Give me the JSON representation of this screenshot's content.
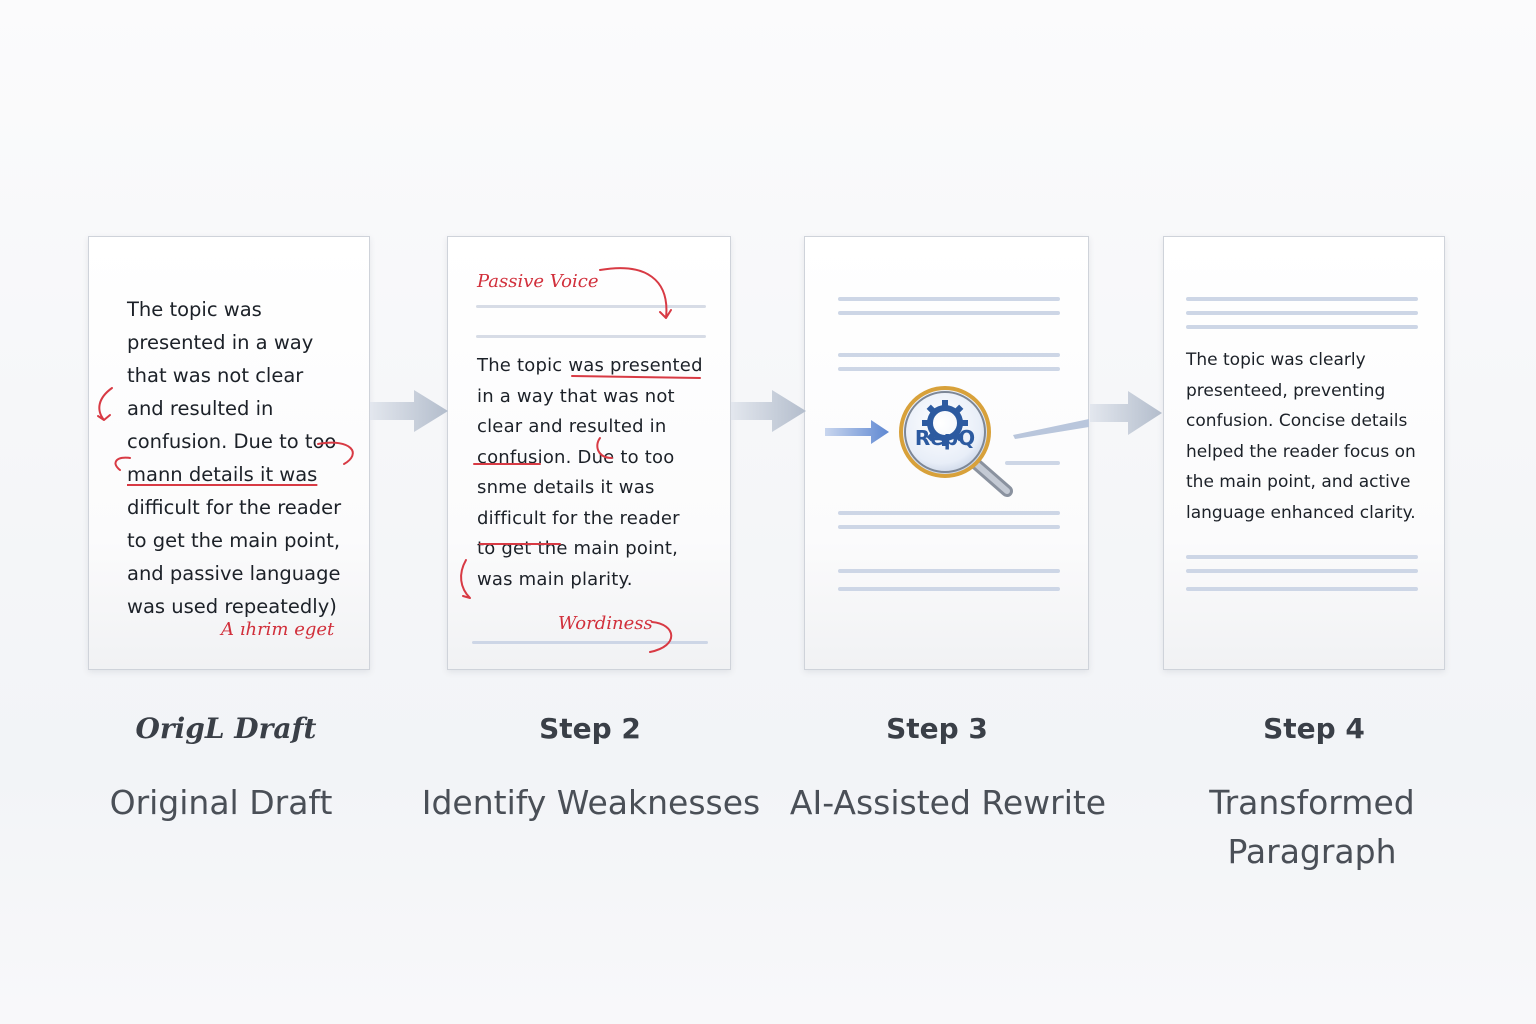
{
  "panels": {
    "draft": {
      "lines": [
        "The topic was",
        "presented in a way",
        "that was not clear",
        "and resulted in",
        "confusion. Due to too",
        "mann details it was",
        "difficult for the reader",
        "to get the main point,",
        "and passive language",
        "was used repeatedly)"
      ],
      "scribble": "A ıhrim eget"
    },
    "weaknesses": {
      "annotation_top": "Passive Voice",
      "annotation_bottom": "Wordiness",
      "lines": [
        "The topic was presented",
        "in a way that was not",
        "clear and resulted in",
        "confusion. Due to too",
        "snme details it was",
        "difficult for the reader",
        "to get the main point,",
        "was main plarity."
      ]
    },
    "rewrite": {
      "logo_text": "RepQ",
      "icon": "magnifier-gear-icon"
    },
    "transformed": {
      "lines": [
        "The topic was clearly",
        "presenteed, preventing",
        "confusion. Concise details",
        "helped the reader focus on",
        "the main point, and active",
        "language enhanced clarity."
      ]
    }
  },
  "steps": [
    {
      "label": "OrigL Draft",
      "title": "Original Draft"
    },
    {
      "label": "Step 2",
      "title": "Identify Weaknesses"
    },
    {
      "label": "Step 3",
      "title": "AI-Assisted Rewrite"
    },
    {
      "label": "Step 4",
      "title_lines": [
        "Transformed",
        "Paragraph"
      ]
    }
  ],
  "colors": {
    "annotation_red": "#d12f3b",
    "arrow_gray": "#b9c2d0",
    "arrow_blue": "#6f95d6",
    "logo_blue": "#2c5aa0",
    "gear_gold": "#d8a13a"
  }
}
